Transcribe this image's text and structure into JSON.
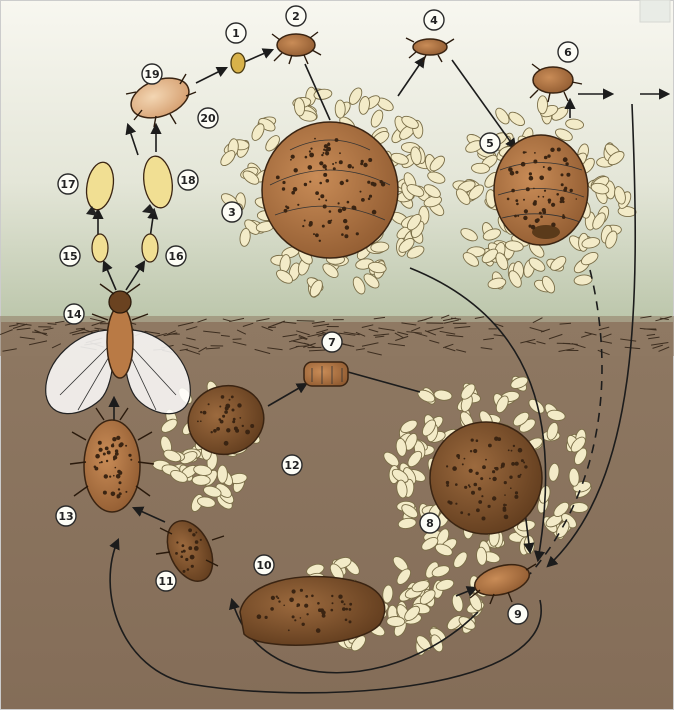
{
  "colors": {
    "sky_top": "#f7f6ee",
    "sky_bottom": "#bfc9b0",
    "soil": "#8c7560",
    "soil_dark": "#7a6350",
    "aphid_brown": "#b97a45",
    "aphid_pale": "#e8c7a0",
    "egg": "#f3ebc8",
    "nymph_yellow": "#f1df93"
  },
  "stage_labels": [
    "1",
    "2",
    "3",
    "4",
    "5",
    "6",
    "7",
    "8",
    "9",
    "10",
    "11",
    "12",
    "13",
    "14",
    "15",
    "16",
    "17",
    "18",
    "19",
    "20"
  ]
}
